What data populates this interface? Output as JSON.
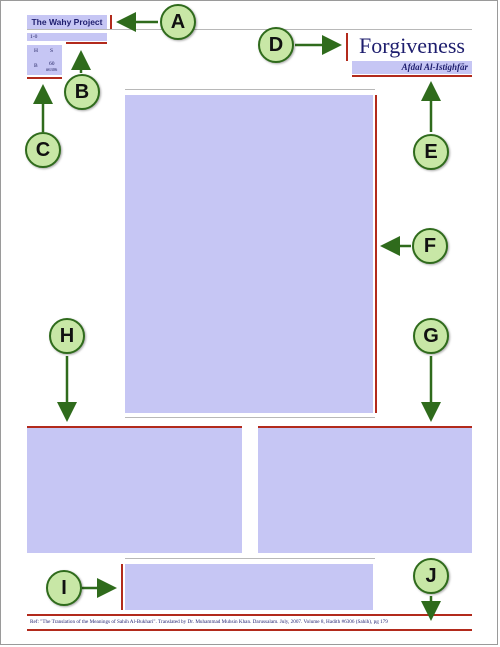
{
  "header": {
    "project_title": "The Wahy Project",
    "version": "1-0",
    "grid": {
      "h": "H",
      "s": "S",
      "b": "B",
      "code_top": "60",
      "code_bottom": "#6306"
    }
  },
  "title": {
    "main": "Forgiveness",
    "subtitle": "Afdal Al-Istighfār"
  },
  "callouts": [
    "A",
    "B",
    "C",
    "D",
    "E",
    "F",
    "G",
    "H",
    "I",
    "J"
  ],
  "reference": "Ref: \"The Translation of the Meanings of Sahih Al-Bukhari\". Translated by Dr. Muhammad Muhsin Khan. Darussalam. July, 2007. Volume 8, Hadith #6306 (Sahih), pg 179",
  "colors": {
    "box_fill": "#c6c6f4",
    "accent_red": "#b22a1c",
    "callout_fill": "#c8e7a6",
    "arrow_green": "#2f6b1c",
    "text_navy": "#1e1e6e"
  }
}
